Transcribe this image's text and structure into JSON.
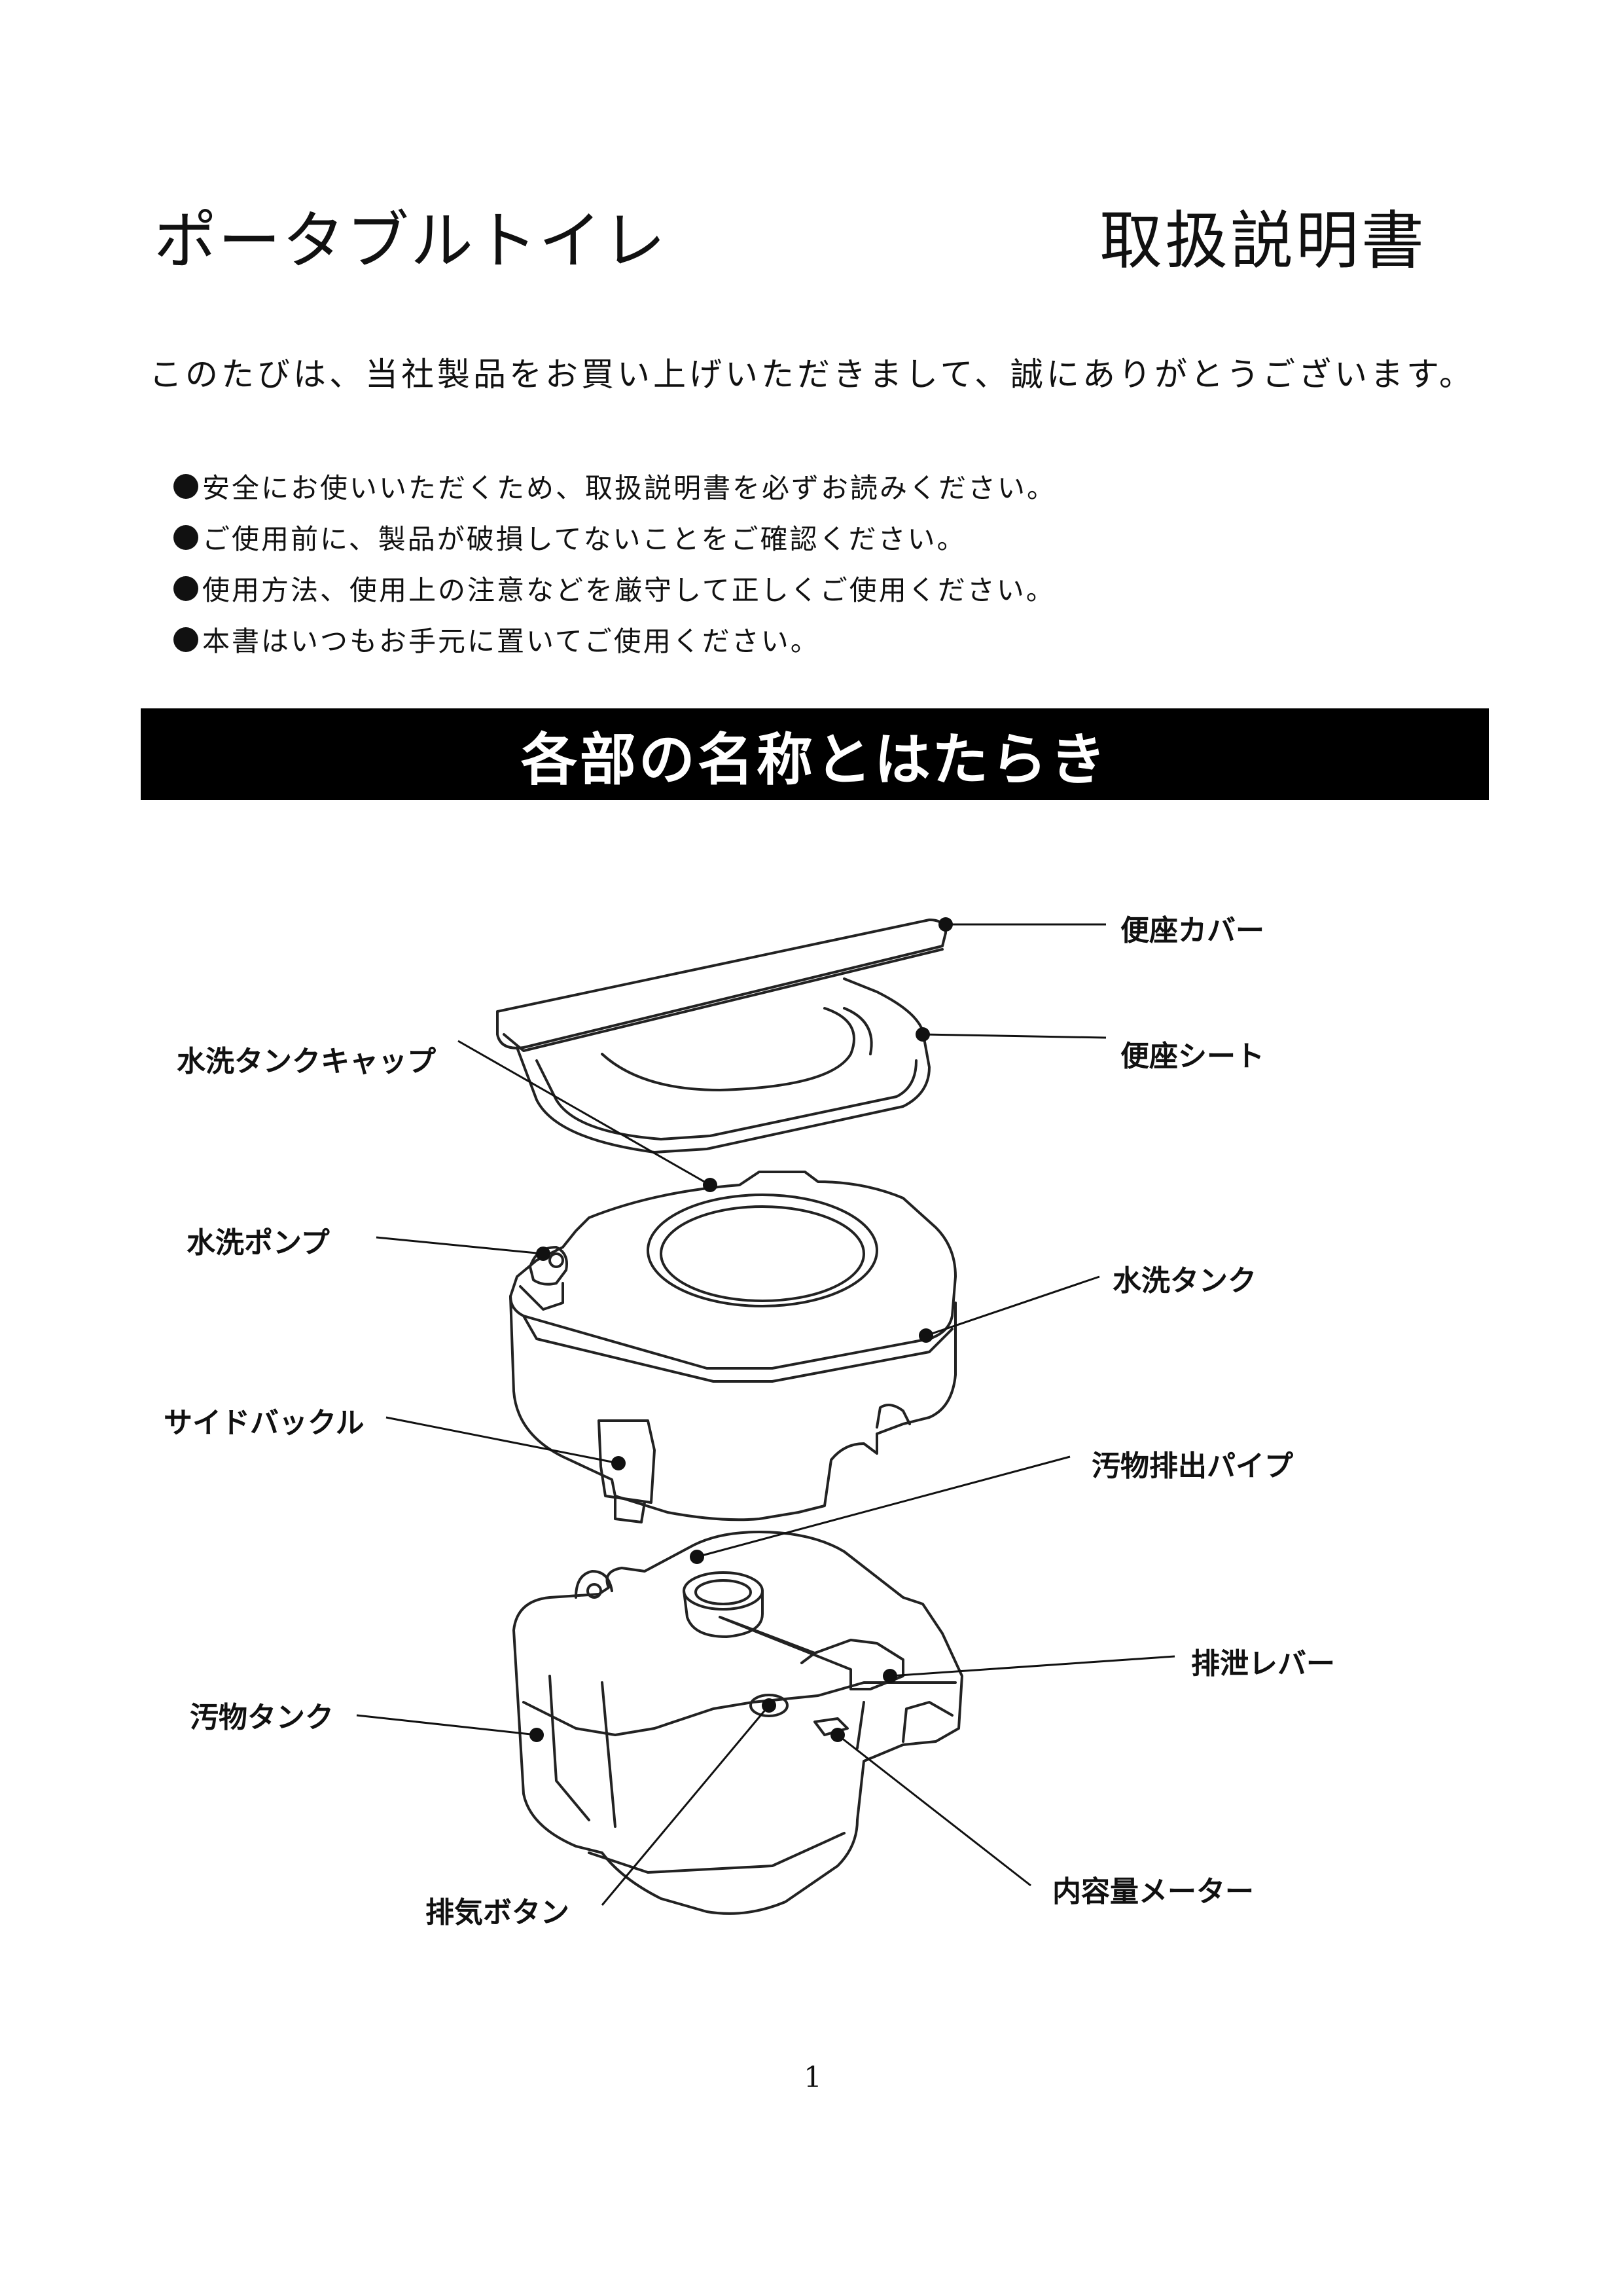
{
  "header": {
    "title_left": "ポータブルトイレ",
    "title_right": "取扱説明書"
  },
  "greeting": "このたびは、当社製品をお買い上げいただきまして、誠にありがとうございます。",
  "notices": [
    "安全にお使いいただくため、取扱説明書を必ずお読みください。",
    "ご使用前に、製品が破損してないことをご確認ください。",
    "使用方法、使用上の注意などを厳守して正しくご使用ください。",
    "本書はいつもお手元に置いてご使用ください。"
  ],
  "section_title": "各部の名称とはたらき",
  "parts": {
    "seat_cover": "便座カバー",
    "seat_sheet": "便座シート",
    "flush_tank_cap": "水洗タンクキャップ",
    "flush_pump": "水洗ポンプ",
    "flush_tank": "水洗タンク",
    "side_buckle": "サイドバックル",
    "waste_pipe": "汚物排出パイプ",
    "drain_lever": "排泄レバー",
    "waste_tank": "汚物タンク",
    "vent_button": "排気ボタン",
    "level_meter": "内容量メーター"
  },
  "page_number": "1"
}
